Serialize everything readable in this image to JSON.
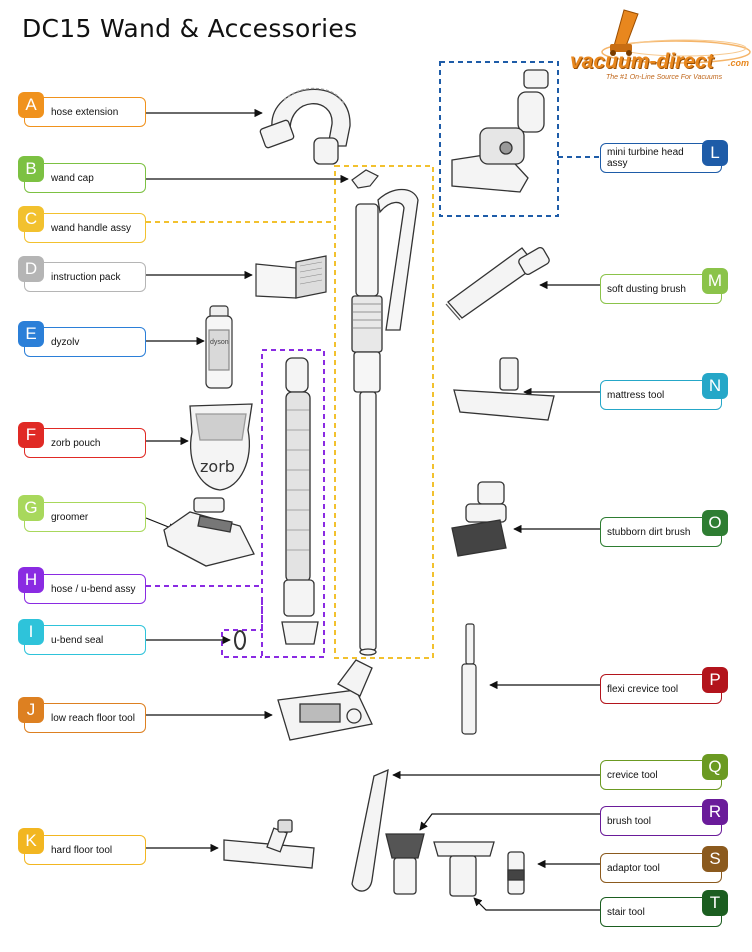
{
  "title": "DC15 Wand & Accessories",
  "logo": {
    "text": "vacuum-direct",
    "suffix": ".com",
    "tagline": "The #1 On-Line Source For Vacuums"
  },
  "parts": [
    {
      "letter": "A",
      "label": "hose extension",
      "color": "#f0921d"
    },
    {
      "letter": "B",
      "label": "wand cap",
      "color": "#7cc142"
    },
    {
      "letter": "C",
      "label": "wand handle assy",
      "color": "#f2c12e"
    },
    {
      "letter": "D",
      "label": "instruction pack",
      "color": "#b5b5b5"
    },
    {
      "letter": "E",
      "label": "dyzolv",
      "color": "#2b7fd8"
    },
    {
      "letter": "F",
      "label": "zorb pouch",
      "color": "#e02a25"
    },
    {
      "letter": "G",
      "label": "groomer",
      "color": "#a8d85c"
    },
    {
      "letter": "H",
      "label": "hose / u-bend assy",
      "color": "#8a2be2"
    },
    {
      "letter": "I",
      "label": "u-bend seal",
      "color": "#2ec3da"
    },
    {
      "letter": "J",
      "label": "low reach floor tool",
      "color": "#dd8021"
    },
    {
      "letter": "K",
      "label": "hard floor tool",
      "color": "#f2b621"
    },
    {
      "letter": "L",
      "label": "mini turbine head assy",
      "color": "#1e5ca8"
    },
    {
      "letter": "M",
      "label": "soft dusting brush",
      "color": "#8bc34a"
    },
    {
      "letter": "N",
      "label": "mattress tool",
      "color": "#25a7c8"
    },
    {
      "letter": "O",
      "label": "stubborn dirt brush",
      "color": "#2e7d32"
    },
    {
      "letter": "P",
      "label": "flexi crevice tool",
      "color": "#b3141c"
    },
    {
      "letter": "Q",
      "label": "crevice tool",
      "color": "#6b9a22"
    },
    {
      "letter": "R",
      "label": "brush tool",
      "color": "#6a1b9a"
    },
    {
      "letter": "S",
      "label": "adaptor tool",
      "color": "#8b5a1e"
    },
    {
      "letter": "T",
      "label": "stair tool",
      "color": "#1b5e20"
    }
  ],
  "zorb_text": "zorb",
  "dyson_text": "dyson"
}
